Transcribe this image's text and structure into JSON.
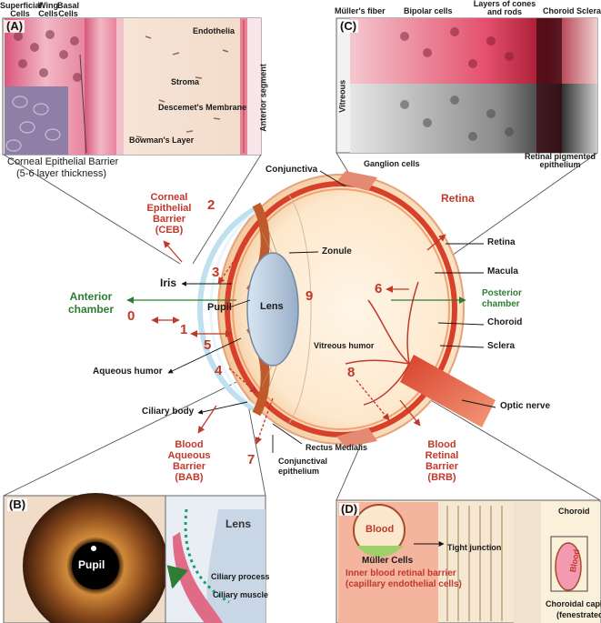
{
  "panel_a": {
    "tag": "(A)",
    "superficial": "Superficial Cells",
    "wing": "Wing Cells",
    "basal": "Basal Cells",
    "endothelia": "Endothelia",
    "stroma": "Stroma",
    "descemet": "Descemet's Membrane",
    "bowman": "Bowman's Layer",
    "anterior_segment": "Anterior segment",
    "caption1": "Corneal Epithelial Barrier",
    "caption2": "(5-6 layer thickness)"
  },
  "panel_b": {
    "tag": "(B)",
    "pupil": "Pupil",
    "lens": "Lens",
    "ciliary_process": "Ciliary process",
    "ciliary_muscle": "Ciliary muscle"
  },
  "panel_c": {
    "tag": "(C)",
    "muller": "Müller's fiber",
    "bipolar": "Bipolar cells",
    "cones_rods": "Layers of cones and rods",
    "choroid": "Choroid",
    "sclera": "Sclera",
    "vitreous": "Vitreous",
    "ganglion": "Ganglion cells",
    "rpe": "Retinal pigmented epithelium"
  },
  "panel_d": {
    "tag": "(D)",
    "blood": "Blood",
    "muller": "Müller Cells",
    "tight_junction": "Tight junction",
    "inner_barrier1": "Inner blood retinal barrier",
    "inner_barrier2": "(capillary endothelial cells)",
    "choroid": "Choroid",
    "blood_vessel": "Blood",
    "choroidal_cap": "Choroidal capilla",
    "fenestrated": "(fenestrated)"
  },
  "eye": {
    "conjunctiva": "Conjunctiva",
    "retina_red": "Retina",
    "ceb1": "Corneal",
    "ceb2": "Epithelial",
    "ceb3": "Barrier",
    "ceb4": "(CEB)",
    "zonule": "Zonule",
    "iris": "Iris",
    "anterior1": "Anterior",
    "anterior2": "chamber",
    "pupil": "Pupil",
    "lens": "Lens",
    "retina": "Retina",
    "macula": "Macula",
    "posterior1": "Posterior",
    "posterior2": "chamber",
    "choroid": "Choroid",
    "sclera": "Sclera",
    "vitreous": "Vitreous humor",
    "aqueous": "Aqueous humor",
    "ciliary": "Ciliary body",
    "optic": "Optic nerve",
    "bab1": "Blood",
    "bab2": "Aqueous",
    "bab3": "Barrier",
    "bab4": "(BAB)",
    "rectus": "Rectus Medialis",
    "conj_ep1": "Conjunctival",
    "conj_ep2": "epithelium",
    "brb1": "Blood",
    "brb2": "Retinal",
    "brb3": "Barrier",
    "brb4": "(BRB)"
  },
  "numbers": {
    "n0": "0",
    "n1": "1",
    "n2": "2",
    "n3": "3",
    "n4": "4",
    "n5": "5",
    "n6": "6",
    "n7": "7",
    "n8": "8",
    "n9": "9"
  },
  "colors": {
    "barrier_red": "#c0392b",
    "chamber_green": "#2e7d32"
  }
}
